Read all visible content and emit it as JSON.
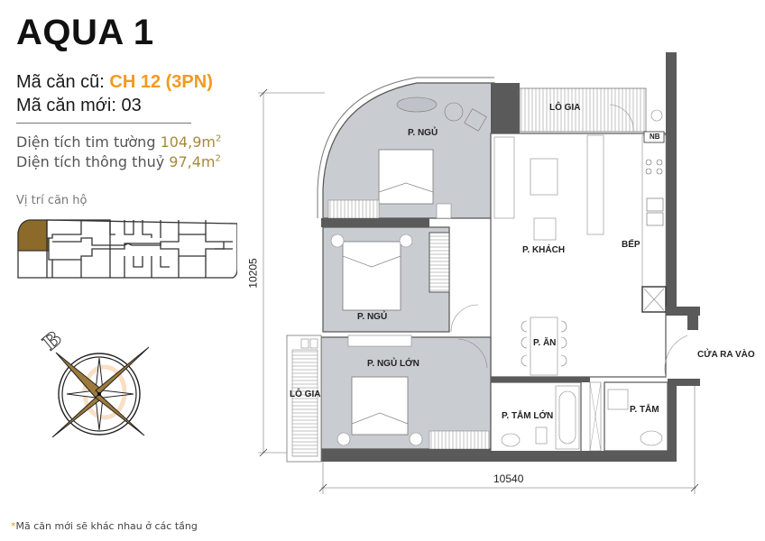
{
  "header": {
    "title": "AQUA 1",
    "old_code_label": "Mã căn cũ: ",
    "old_code_value": "CH 12 (3PN)",
    "new_code_label": "Mã căn mới: ",
    "new_code_value": "03"
  },
  "areas": {
    "wall_center_label": "Diện tích tim tường ",
    "wall_center_value": "104,9m",
    "wall_center_sup": "2",
    "clear_label": "Diện tích thông thuỷ ",
    "clear_value": "97,4m",
    "clear_sup": "2"
  },
  "location": {
    "label": "Vị trí căn hộ",
    "highlight_color": "#8c6a2a"
  },
  "compass": {
    "letter": "B"
  },
  "floorplan": {
    "rooms": {
      "bedroom_top": "P. NGỦ",
      "loggia_top": "LÔ GIA",
      "living": "P. KHÁCH",
      "kitchen": "BẾP",
      "fridge": "NB",
      "bedroom_mid": "P. NGỦ",
      "dining": "P. ĂN",
      "entrance": "CỬA RA VÀO",
      "master_bedroom": "P. NGỦ LỚN",
      "loggia_left": "LÔ GIA",
      "master_bath": "P. TẮM LỚN",
      "bath": "P. TẮM"
    },
    "dimensions": {
      "height": "10205",
      "width": "10540"
    },
    "colors": {
      "bedroom_floor": "#c9ccd1",
      "wall": "#5a5a5a",
      "accent": "#f29a1f",
      "area_value": "#a68a3c"
    }
  },
  "footnote": {
    "star": "*",
    "text": "Mã căn mới sẽ khác nhau ở các tầng"
  }
}
